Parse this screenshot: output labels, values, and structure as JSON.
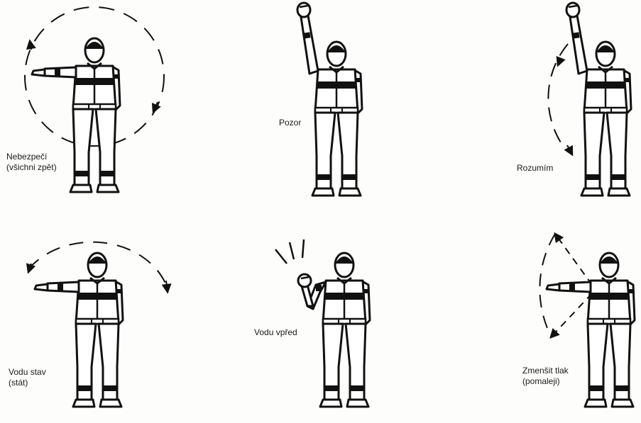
{
  "signals": [
    {
      "id": "danger",
      "lines": [
        "Nebezpečí",
        "(všichni zpět)"
      ]
    },
    {
      "id": "attention",
      "lines": [
        "Pozor"
      ]
    },
    {
      "id": "understood",
      "lines": [
        "Rozumím"
      ]
    },
    {
      "id": "water-stop",
      "lines": [
        "Vodu stav",
        "(stát)"
      ]
    },
    {
      "id": "water-forward",
      "lines": [
        "Vodu vpřed"
      ]
    },
    {
      "id": "reduce-pressure",
      "lines": [
        "Zmenšit tlak",
        "(pomaleji)"
      ]
    }
  ]
}
